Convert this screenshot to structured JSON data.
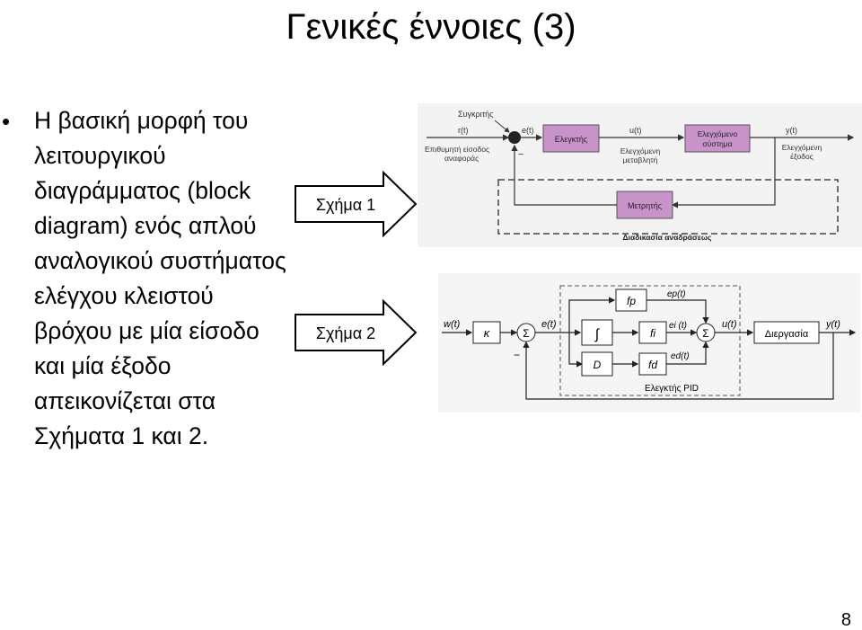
{
  "slide": {
    "title": "Γενικές έννοιες (3)",
    "bullet_mark": "•",
    "bullet_text": "Η βασική μορφή του λειτουργικού διαγράμματος (block diagram) ενός απλού αναλογικού συστήματος ελέγχου κλειστού βρόχου με μία είσοδο και μία έξοδο απεικονίζεται στα Σχήματα 1 και 2.",
    "arrow1_label": "Σχήμα 1",
    "arrow2_label": "Σχήμα 2",
    "page_number": "8"
  },
  "figure1": {
    "comparator_label": "Συγκριτής",
    "r_label": "r(t)",
    "e_label": "e(t)",
    "u_label": "u(t)",
    "y_label": "y(t)",
    "reference_label_1": "Επιθυμητή είσοδος",
    "reference_label_2": "αναφοράς",
    "controller": "Ελεγκτής",
    "manipulated_1": "Ελεγχόμενη",
    "manipulated_2": "μεταβλητή",
    "plant_1": "Ελεγχόμενο",
    "plant_2": "σύστημα",
    "output_1": "Ελεγχόμενη",
    "output_2": "έξοδος",
    "sensor": "Μετρητής",
    "feedback": "Διαδικασία αναδράσεως",
    "minus": "−",
    "colors": {
      "block_fill": "#c893c8",
      "block_stroke": "#555555",
      "background": "#f3f3f3"
    }
  },
  "figure2": {
    "w_label": "w(t)",
    "kappa": "κ",
    "sum": "Σ",
    "e_label": "e(t)",
    "integral": "∫",
    "derivative": "D",
    "fp": "fp",
    "fi": "fi",
    "fd": "fd",
    "ep_label": "ep(t)",
    "ei_label": "ei (t)",
    "ed_label": "ed(t)",
    "u_label": "u(t)",
    "process": "Διεργασία",
    "y_label": "y(t)",
    "pid_label": "Ελεγκτής PID",
    "minus": "−"
  }
}
